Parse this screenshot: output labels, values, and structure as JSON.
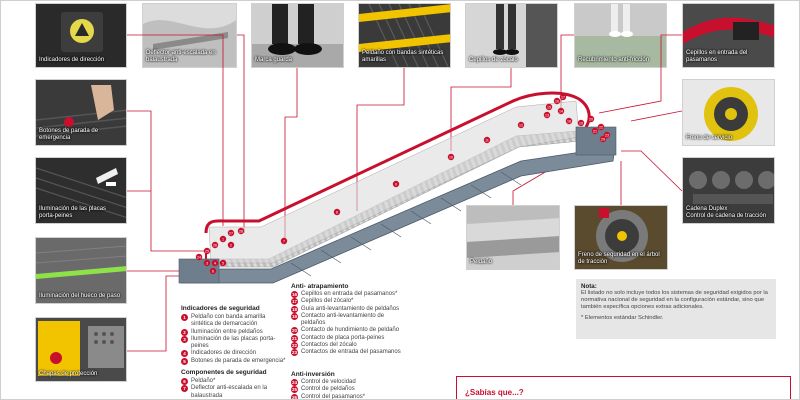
{
  "photos": [
    {
      "id": "p1",
      "caption": "Indicadores de dirección",
      "theme": "dark",
      "icon": "triangle"
    },
    {
      "id": "p2",
      "caption": "Deflector anti-escalada en balaustrada",
      "theme": "light"
    },
    {
      "id": "p3",
      "caption": "Marca guarda",
      "theme": "light",
      "icon": "boots"
    },
    {
      "id": "p4",
      "caption": "Peldaño con bandas sintéticas amarillas",
      "theme": "yellow"
    },
    {
      "id": "p5",
      "caption": "Cepillos de zócalo",
      "theme": "light",
      "icon": "legs"
    },
    {
      "id": "p6",
      "caption": "Recubrimiento anti-fricción",
      "theme": "green",
      "icon": "legs"
    },
    {
      "id": "p7",
      "caption": "Cepillos en entrada del pasamanos",
      "theme": "dark",
      "icon": "handrail"
    },
    {
      "id": "p8",
      "caption": "Botones de parada de emergencia",
      "theme": "dark",
      "icon": "hand"
    },
    {
      "id": "p9",
      "caption": "Freno de servicio",
      "theme": "motor",
      "icon": "brake"
    },
    {
      "id": "p10",
      "caption": "Iluminación de las placas porta-peines",
      "theme": "dark"
    },
    {
      "id": "p11",
      "caption": "Cadena Duplex\nControl de cadena de tracción",
      "theme": "dark"
    },
    {
      "id": "p12",
      "caption": "Iluminación del hueco de paso",
      "theme": "greenstrip"
    },
    {
      "id": "p13",
      "caption": "Peldaño",
      "theme": "steps"
    },
    {
      "id": "p14",
      "caption": "Freno de seguridad en el árbol de tracción",
      "theme": "wheel"
    },
    {
      "id": "p15",
      "caption": "Chapas de protección",
      "theme": "yellowbox"
    }
  ],
  "sections": {
    "indicadores": {
      "title": "Indicadores de seguridad",
      "items": [
        {
          "n": "1",
          "t": "Peldaño con banda amarilla sintética de demarcación"
        },
        {
          "n": "2",
          "t": "Iluminación entre peldaños"
        },
        {
          "n": "3",
          "t": "Iluminación de las placas porta-peines"
        },
        {
          "n": "4",
          "t": "Indicadores de dirección"
        },
        {
          "n": "5",
          "t": "Botones de parada de emergencia*"
        }
      ]
    },
    "componentes": {
      "title": "Componentes de seguridad",
      "items": [
        {
          "n": "6",
          "t": "Peldaño*"
        },
        {
          "n": "7",
          "t": "Deflector anti-escalada en la balaustrada"
        }
      ]
    },
    "anti_atrapamiento": {
      "title": "Anti- atrapamiento",
      "items": [
        {
          "n": "16",
          "t": "Cepillos en entrada del pasamanos*"
        },
        {
          "n": "17",
          "t": "Cepillos del zócalo*"
        },
        {
          "n": "18",
          "t": "Guía anti-levantamiento de peldaños"
        },
        {
          "n": "19",
          "t": "Contacto anti-levantamiento de peldaños"
        },
        {
          "n": "20",
          "t": "Contacto de hundimiento de peldaño"
        },
        {
          "n": "21",
          "t": "Contacto de placa porta-peines"
        },
        {
          "n": "22",
          "t": "Contactos del zócalo"
        },
        {
          "n": "23",
          "t": "Contactos de entrada del pasamanos"
        }
      ]
    },
    "anti_inversion": {
      "title": "Anti-inversión",
      "items": [
        {
          "n": "24",
          "t": "Control de velocidad"
        },
        {
          "n": "25",
          "t": "Control de peldaños"
        },
        {
          "n": "26",
          "t": "Control del pasamanos*"
        }
      ]
    }
  },
  "note": {
    "title": "Nota:",
    "text": "El listado no solo incluye todos los sistemas de seguridad exigidos por la normativa nacional de seguridad en la configuración estándar, sino que también específica opciones extras adicionales.",
    "footnote": "* Elementos estándar Schindler."
  },
  "sabias": {
    "title": "¿Sabías que...?"
  },
  "colors": {
    "accent": "#c8102e",
    "truss": "#5d6f80",
    "note_bg": "#e6e6e6"
  },
  "callouts": [
    "1",
    "2",
    "3",
    "4",
    "5",
    "6",
    "7",
    "8",
    "9",
    "10",
    "11",
    "12",
    "13",
    "14",
    "15",
    "16",
    "17",
    "18",
    "19",
    "20",
    "21",
    "22",
    "23",
    "24",
    "25",
    "26",
    "27",
    "28",
    "29"
  ]
}
